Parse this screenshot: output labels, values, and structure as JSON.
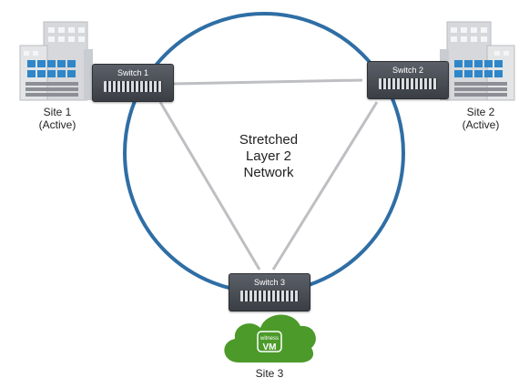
{
  "network": {
    "label_line1": "Stretched",
    "label_line2": "Layer 2",
    "label_line3": "Network",
    "ring_color": "#2f6ea5",
    "link_color": "#bdbfc2"
  },
  "switches": [
    {
      "label": "Switch 1"
    },
    {
      "label": "Switch 2"
    },
    {
      "label": "Switch 3"
    }
  ],
  "sites": [
    {
      "name": "Site 1",
      "status": "(Active)",
      "icon": "datacenter-building-icon"
    },
    {
      "name": "Site 2",
      "status": "(Active)",
      "icon": "datacenter-building-icon"
    },
    {
      "name": "Site 3",
      "icon": "cloud-icon"
    }
  ],
  "witness": {
    "small_text": "witness",
    "big_text": "VM",
    "cloud_color": "#4c9a2a"
  }
}
